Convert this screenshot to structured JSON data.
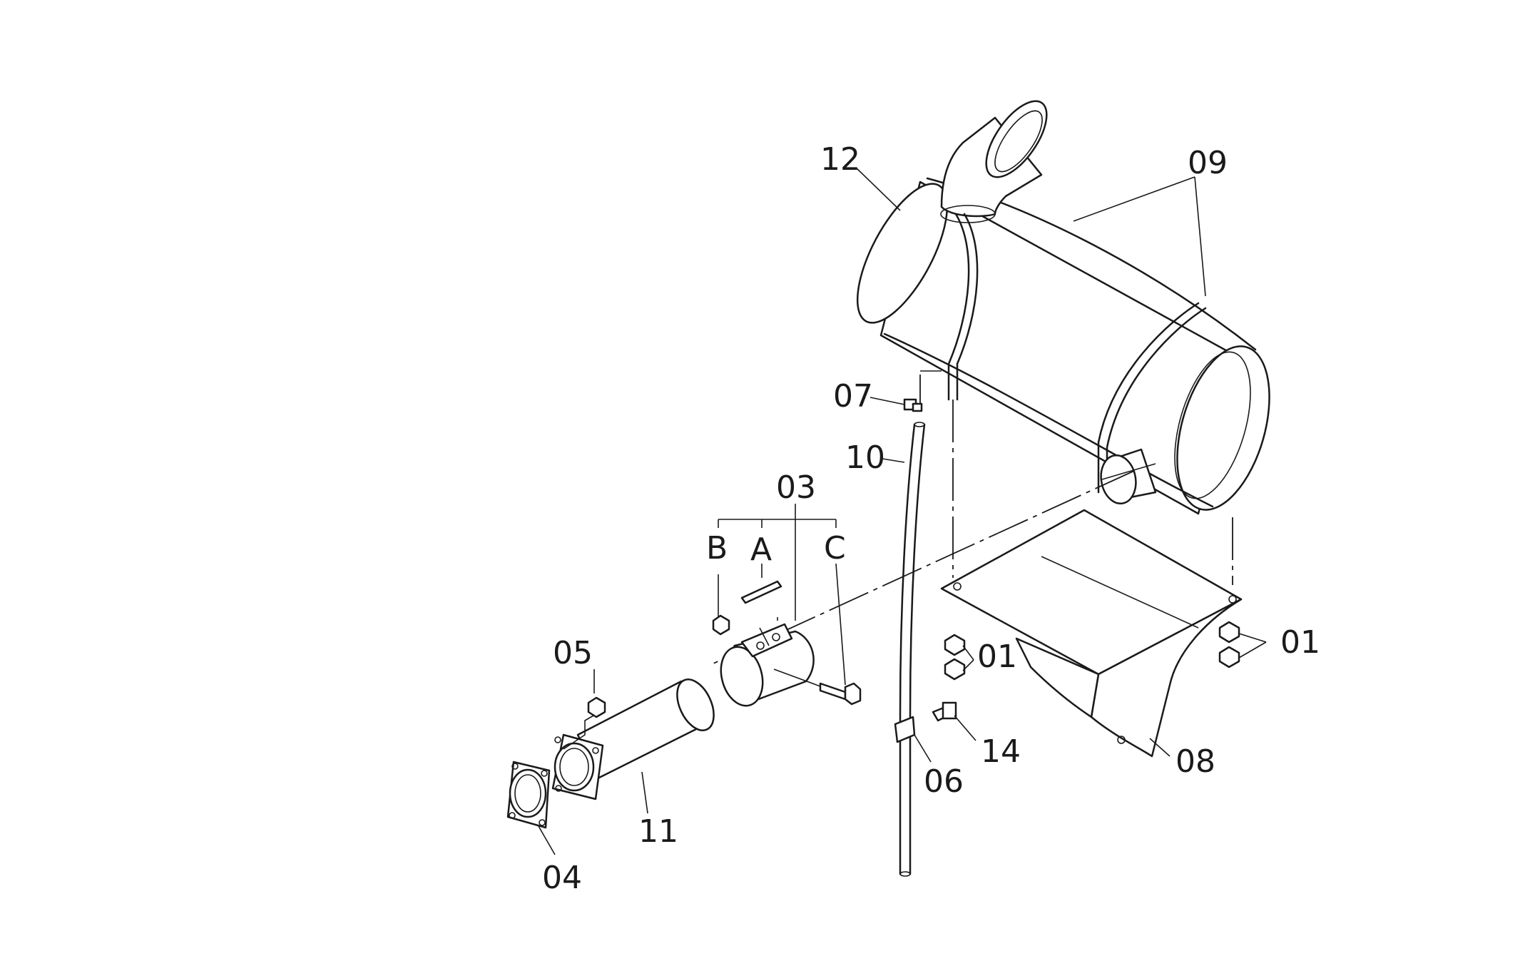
{
  "diagram": {
    "labels": {
      "p01a": "01",
      "p01b": "01",
      "p03": "03",
      "p04": "04",
      "p05": "05",
      "p06": "06",
      "p07": "07",
      "p08": "08",
      "p09": "09",
      "p10": "10",
      "p11": "11",
      "p12": "12",
      "p14": "14",
      "subA": "A",
      "subB": "B",
      "subC": "C"
    },
    "colors": {
      "line": "#1a1a1a",
      "background": "#ffffff"
    }
  }
}
